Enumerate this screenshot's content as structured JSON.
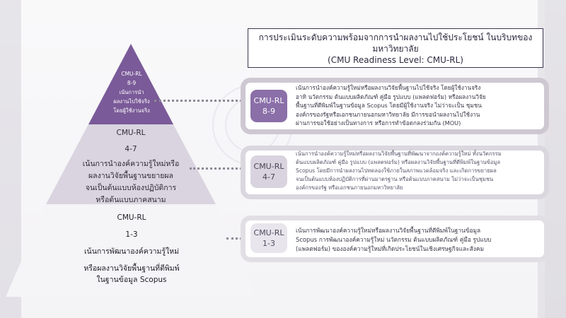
{
  "title": {
    "line1": "การประเมินระดับความพร้อมจากการนำผลงานไปใช้ประโยชน์ ในบริบทของ",
    "line2": "มหาวิทยาลัย",
    "line3": "(CMU Readiness Level: CMU-RL)"
  },
  "pyramid": {
    "tier1": {
      "code": "CMU-RL",
      "range": "8-9",
      "lines": [
        "เน้นการนำ",
        "ผลงานไปใช้จริง",
        "โดยผู้ใช้งานจริง"
      ]
    },
    "tier2": {
      "code": "CMU-RL",
      "range": "4-7",
      "lines": [
        "เน้นการนำองค์ความรู้ใหม่หรือ",
        "ผลงานวิจัยพื้นฐานขยายผล",
        "จนเป็นต้นแบบห้องปฏิบัติการ",
        "หรือต้นแบบภาคสนาม"
      ]
    },
    "tier3": {
      "code": "CMU-RL",
      "range": "1-3",
      "lines": [
        "เน้นการพัฒนาองค์ความรู้ใหม่",
        "หรือผลงานวิจัยพื้นฐานที่ตีพิมพ์",
        "ในฐานข้อมูล Scopus"
      ]
    }
  },
  "levels": [
    {
      "code": "CMU-RL",
      "range": "8-9",
      "lines": [
        "เน้นการนำองค์ความรู้ใหม่หรือผลงานวิจัยพื้นฐานไปใช้จริง โดยผู้ใช้งานจริง",
        "อาทิ นวัตกรรม ต้นแบบผลิตภัณฑ์ คู่มือ รูปแบบ (แพลตฟอร์ม) หรือผลงานวิจัย",
        "พื้นฐานที่ตีพิมพ์ในฐานข้อมูล Scopus โดยมีผู้ใช้งานจริง ไม่ว่าจะเป็น ชุมชน",
        "องค์กรของรัฐหรือเอกชนภายนอกมหาวิทยาลัย มีการขอนำผลงานไปใช้งาน",
        "ผ่านการขอใช้อย่างเป็นทางการ หรือการทำข้อตกลงร่วมกัน (MOU)"
      ]
    },
    {
      "code": "CMU-RL",
      "range": "4-7",
      "lines": [
        "เน้นการนำองค์ความรู้ใหม่หรือผลงานวิจัยพื้นฐานที่พัฒนาจากองค์ความรู้ใหม่ ทั้งนวัตกรรม",
        "ต้นแบบผลิตภัณฑ์ คู่มือ รูปแบบ (แพลตฟอร์ม) หรือผลงานวิจัยพื้นฐานที่ตีพิมพ์ในฐานข้อมูล",
        "Scopus โดยมีการนำผลงานไปทดลองใช้ภายในสภาพแวดล้อมจริง และเกิดการขยายผล",
        "จนเป็นต้นแบบห้องปฏิบัติการที่ผ่านมาตรฐาน หรือต้นแบบภาคสนาม ไม่ว่าจะเป็นชุมชน",
        "องค์กรของรัฐ หรือเอกชนภายนอกมหาวิทยาลัย"
      ]
    },
    {
      "code": "CMU-RL",
      "range": "1-3",
      "lines": [
        "เน้นการพัฒนาองค์ความรู้ใหม่หรือผลงานวิจัยพื้นฐานที่ตีพิมพ์ในฐานข้อมูล",
        "Scopus การพัฒนาองค์ความรู้ใหม่ นวัตกรรม ต้นแบบผลิตภัณฑ์ คู่มือ รูปแบบ",
        "(แพลตฟอร์ม) ขององค์ความรู้ใหม่ที่เกิดประโยชน์ในเชิงเศรษฐกิจและสังคม"
      ]
    }
  ],
  "colors": {
    "tier1": "#7a5a98",
    "tier2": "#d9d4df",
    "tier3": "#f5f4f6",
    "accent": "#8a6fa8"
  }
}
